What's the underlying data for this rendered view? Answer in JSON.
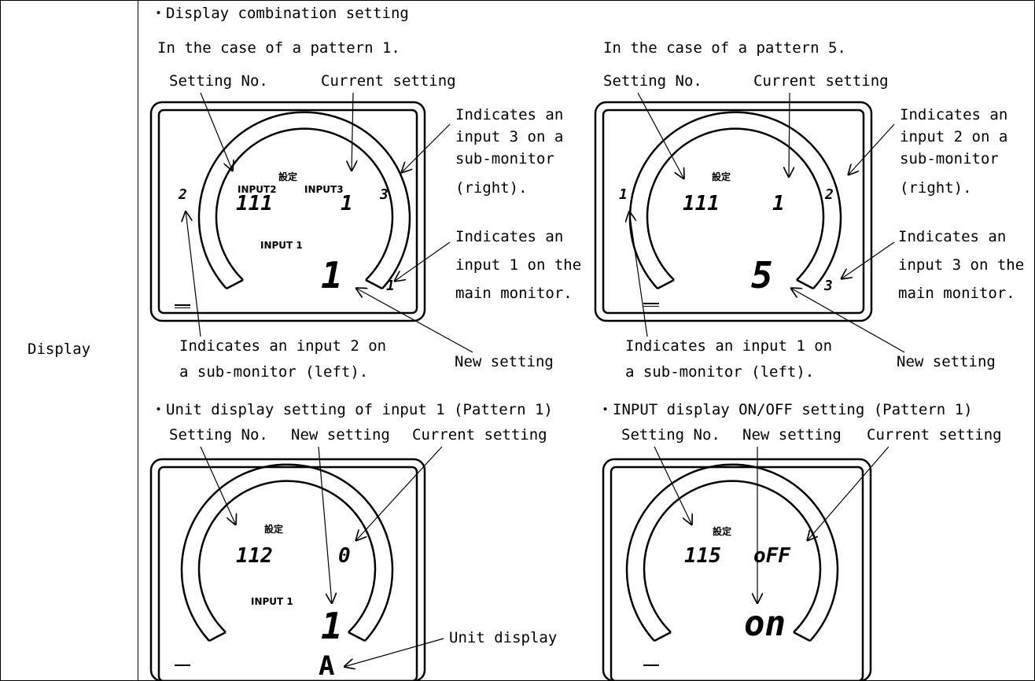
{
  "row_label": "Display",
  "sections": {
    "combo": {
      "header": "・Display combination setting",
      "p1": {
        "subtitle": "In the case of a pattern 1.",
        "setting_no": "Setting No.",
        "current_setting": "Current setting",
        "new_setting": "New setting",
        "right_note": [
          "Indicates an",
          "input 3 on a",
          "sub-monitor",
          "(right)."
        ],
        "main_note": [
          "Indicates an",
          "input 1 on the",
          "main monitor."
        ],
        "left_note": [
          "Indicates an input 2 on",
          "a sub-monitor (left)."
        ],
        "lcd": {
          "setting_no_value": "111",
          "current_value": "1",
          "new_value": "1",
          "left_sub": "2",
          "right_sub": "3",
          "main_sub": "1",
          "kanji": "設定",
          "input_left_label": "INPUT2",
          "input_right_label": "INPUT3",
          "input_main_label": "INPUT 1"
        }
      },
      "p5": {
        "subtitle": "In the case of a pattern 5.",
        "setting_no": "Setting No.",
        "current_setting": "Current setting",
        "new_setting": "New setting",
        "right_note": [
          "Indicates an",
          "input 2 on a",
          "sub-monitor",
          "(right)."
        ],
        "main_note": [
          "Indicates an",
          "input 3 on the",
          "main monitor."
        ],
        "left_note": [
          "Indicates an input 1 on",
          "a sub-monitor (left)."
        ],
        "lcd": {
          "setting_no_value": "111",
          "current_value": "1",
          "new_value": "5",
          "left_sub": "1",
          "right_sub": "2",
          "main_sub": "3",
          "kanji": "設定"
        }
      }
    },
    "unit": {
      "header": "・Unit display setting of input 1 (Pattern 1)",
      "setting_no": "Setting No.",
      "new_setting": "New setting",
      "current_setting": "Current setting",
      "unit_display": "Unit display",
      "lcd": {
        "setting_no_value": "112",
        "current_value": "0",
        "new_value": "1",
        "unit": "A",
        "kanji": "設定",
        "input_main_label": "INPUT 1"
      }
    },
    "input_onoff": {
      "header": "・INPUT display ON/OFF setting (Pattern 1)",
      "setting_no": "Setting No.",
      "new_setting": "New setting",
      "current_setting": "Current setting",
      "lcd": {
        "setting_no_value": "115",
        "current_value": "oFF",
        "new_value": "on",
        "kanji": "設定"
      }
    }
  }
}
